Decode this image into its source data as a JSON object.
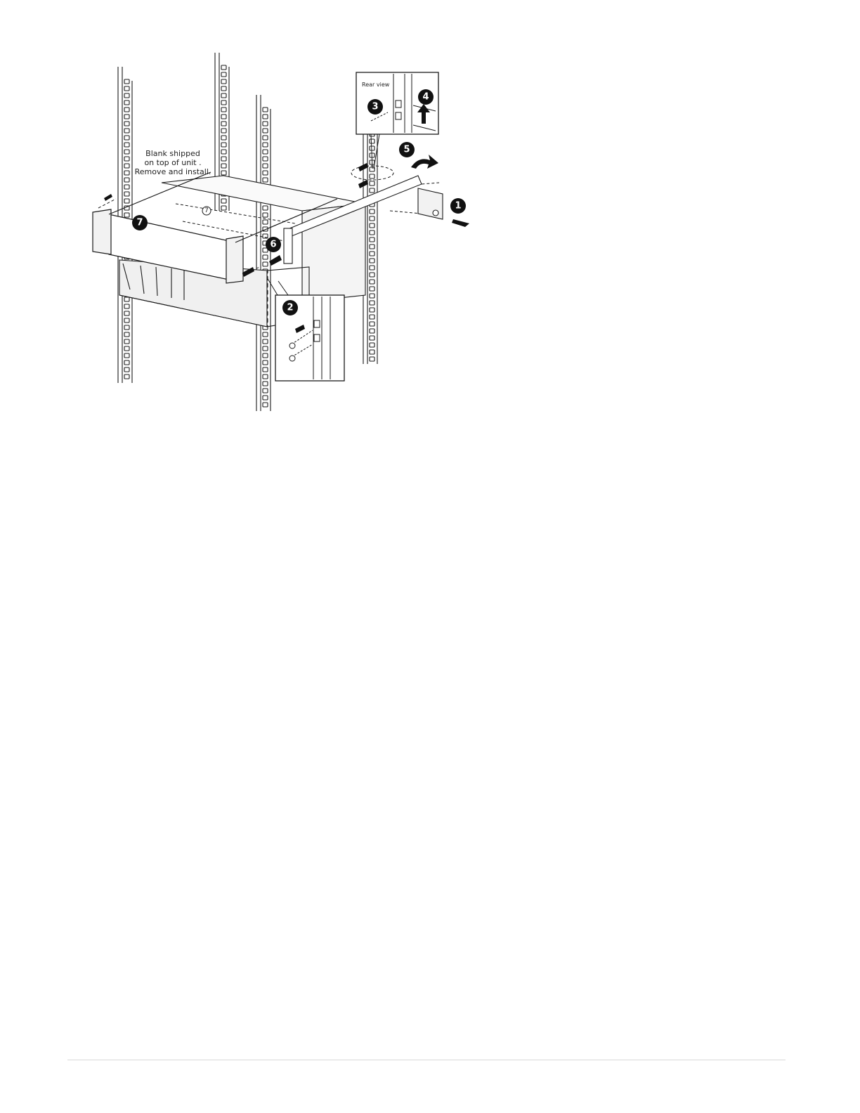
{
  "figure": {
    "note_lines": [
      "Blank shipped",
      "on top of unit .",
      "Remove and install."
    ],
    "rear_view_label": "Rear view",
    "steps": [
      "1",
      "2",
      "3",
      "4",
      "5",
      "6",
      "7"
    ],
    "callout_ref": "7"
  },
  "colors": {
    "line": "#1a1a1a",
    "badge": "#111111",
    "page": "#ffffff",
    "rule": "#d9d9d9"
  }
}
